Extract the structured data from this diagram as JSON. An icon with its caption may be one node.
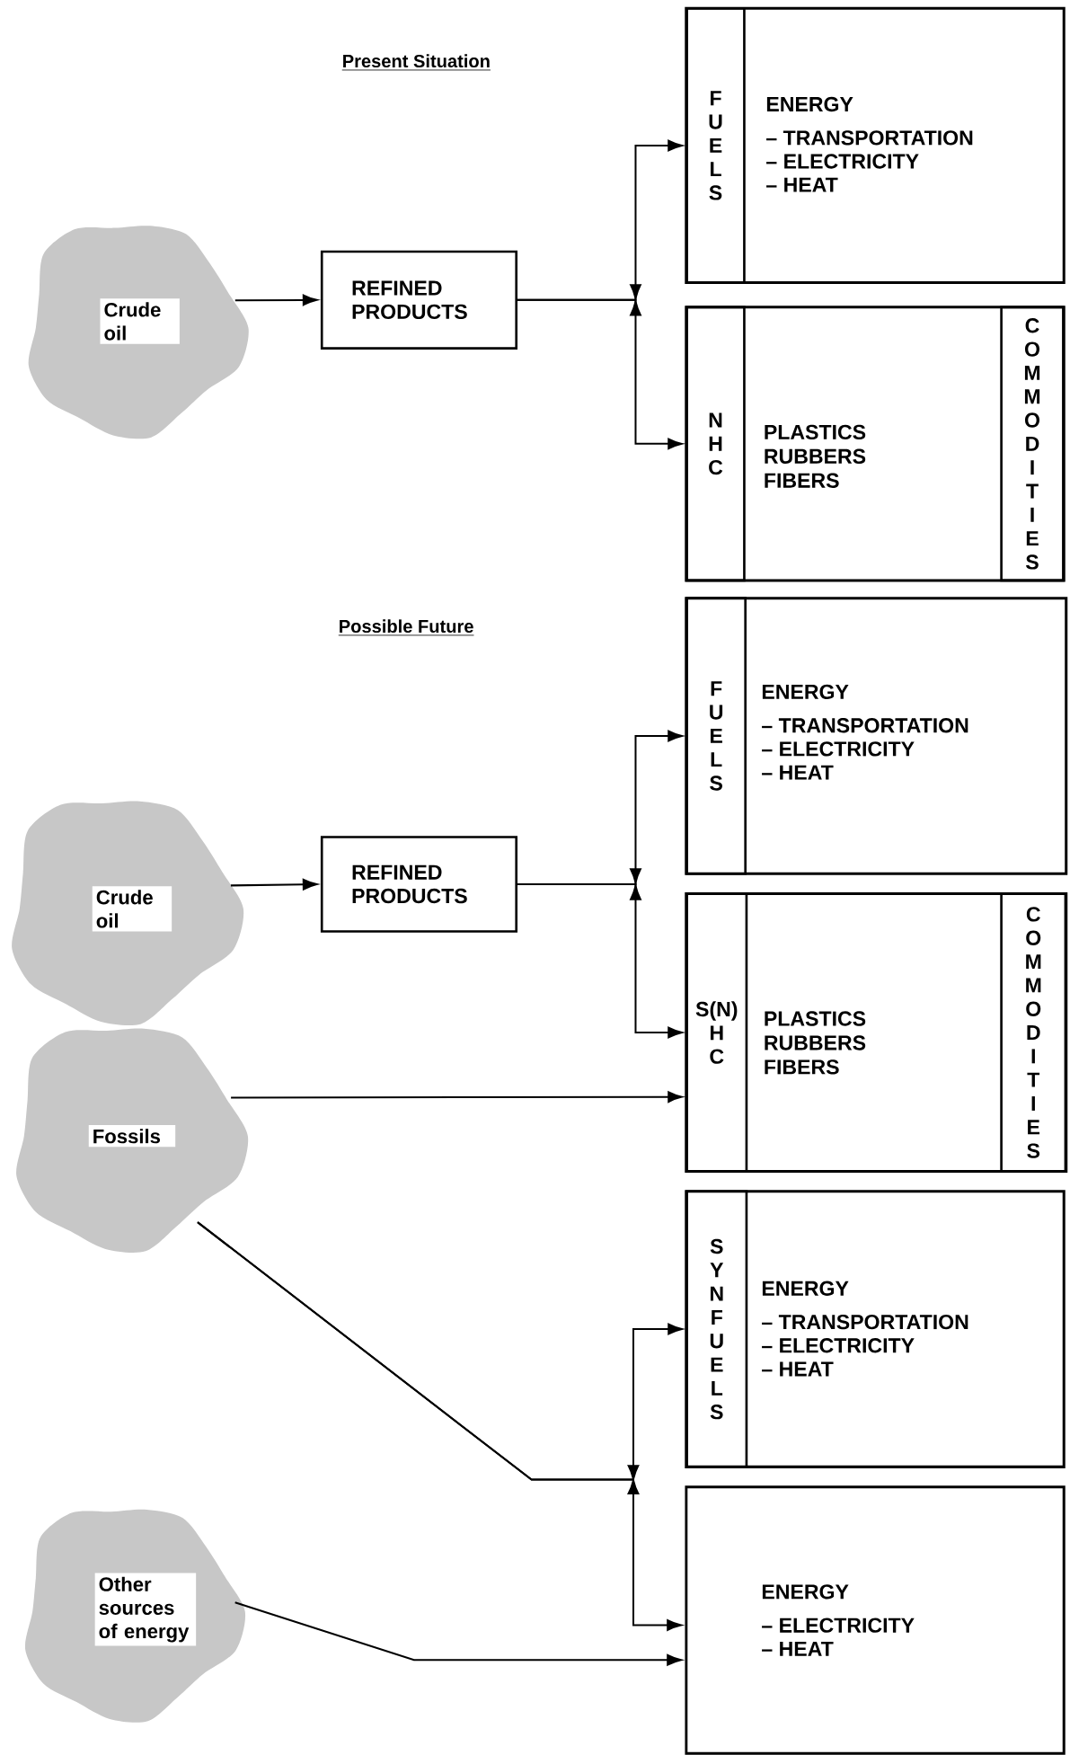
{
  "diagram": {
    "nodes": [
      {
        "text": [
          "Crude oil"
        ]
      },
      {
        "text": [
          "REFINED PRODUCTS"
        ]
      },
      {
        "text": [
          "ENERGY",
          "– TRANSPORTATION",
          "– ELECTRICITY",
          "– HEAT"
        ]
      },
      {
        "text": [
          "F U E L S"
        ],
        "in": 2
      },
      {
        "text": [
          "PLASTICS RUBBERS FIBERS"
        ]
      },
      {
        "text": [
          "N H C"
        ],
        "in": 4
      },
      {
        "text": [
          "C O M M O D I T I E S"
        ],
        "in": 4
      },
      {
        "text": [
          "Crude oil"
        ]
      },
      {
        "text": [
          "REFINED PRODUCTS"
        ]
      },
      {
        "text": [
          "ENERGY",
          "– TRANSPORTATION",
          "– ELECTRICITY",
          "– HEAT"
        ]
      },
      {
        "text": [
          "F U E L S"
        ],
        "in": 9
      },
      {
        "text": [
          "PLASTICS RUBBERS FIBERS"
        ]
      },
      {
        "text": [
          "S(N) H C"
        ],
        "in": 11
      },
      {
        "text": [
          "C O M M O D I T I E S"
        ],
        "in": 11
      },
      {
        "text": [
          "Fossils"
        ]
      },
      {
        "text": [
          "ENERGY",
          "– TRANSPORTATION",
          "– ELECTRICITY",
          "– HEAT"
        ]
      },
      {
        "text": [
          "S Y N F U E L S"
        ],
        "in": 15
      },
      {
        "text": [
          "Other sources of energy"
        ]
      },
      {
        "text": [
          "ENERGY",
          "– ELECTRICITY",
          "– HEAT"
        ]
      }
    ],
    "edges": [
      {
        "from": 0,
        "to": 1,
        "arrow": "to"
      },
      {
        "from": 1,
        "to": 3,
        "arrow": "to"
      },
      {
        "from": 1,
        "to": 5,
        "arrow": "to"
      },
      {
        "from": 7,
        "to": 8,
        "arrow": "to"
      },
      {
        "from": 8,
        "to": 10,
        "arrow": "to"
      },
      {
        "from": 8,
        "to": 12,
        "arrow": "to"
      },
      {
        "from": 14,
        "to": 12,
        "arrow": "to"
      },
      {
        "from": 14,
        "to": 16,
        "arrow": "to"
      },
      {
        "from": 14,
        "to": 18,
        "arrow": "to"
      },
      {
        "from": 17,
        "to": 18,
        "arrow": "to"
      }
    ],
    "labels": [
      "Present Situation",
      "Possible Future"
    ]
  }
}
